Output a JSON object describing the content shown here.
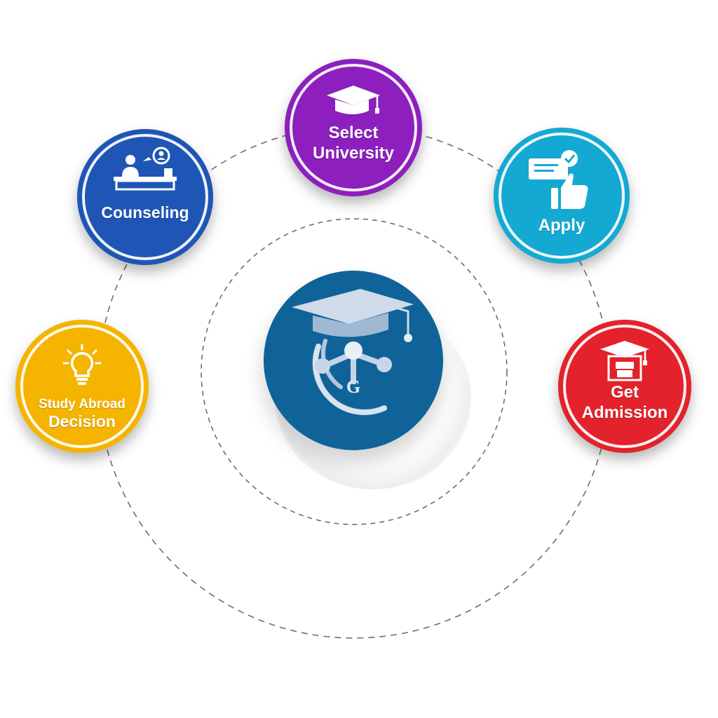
{
  "diagram": {
    "steps": [
      {
        "id": "study-abroad-decision",
        "line1": "Study Abroad",
        "line2": "Decision",
        "color": "#f5b400",
        "icon": "lightbulb-icon"
      },
      {
        "id": "counseling",
        "line1": "Counseling",
        "line2": "",
        "color": "#1f56b5",
        "icon": "counselor-desk-icon"
      },
      {
        "id": "select-university",
        "line1": "Select",
        "line2": "University",
        "color": "#8c1fbd",
        "icon": "graduation-cap-icon"
      },
      {
        "id": "apply",
        "line1": "Apply",
        "line2": "",
        "color": "#14a9d2",
        "icon": "thumbs-up-form-icon"
      },
      {
        "id": "get-admission",
        "line1": "Get",
        "line2": "Admission",
        "color": "#e3222b",
        "icon": "university-cap-icon"
      }
    ],
    "center": {
      "logo_letter": "G",
      "color": "#0f6399"
    }
  }
}
